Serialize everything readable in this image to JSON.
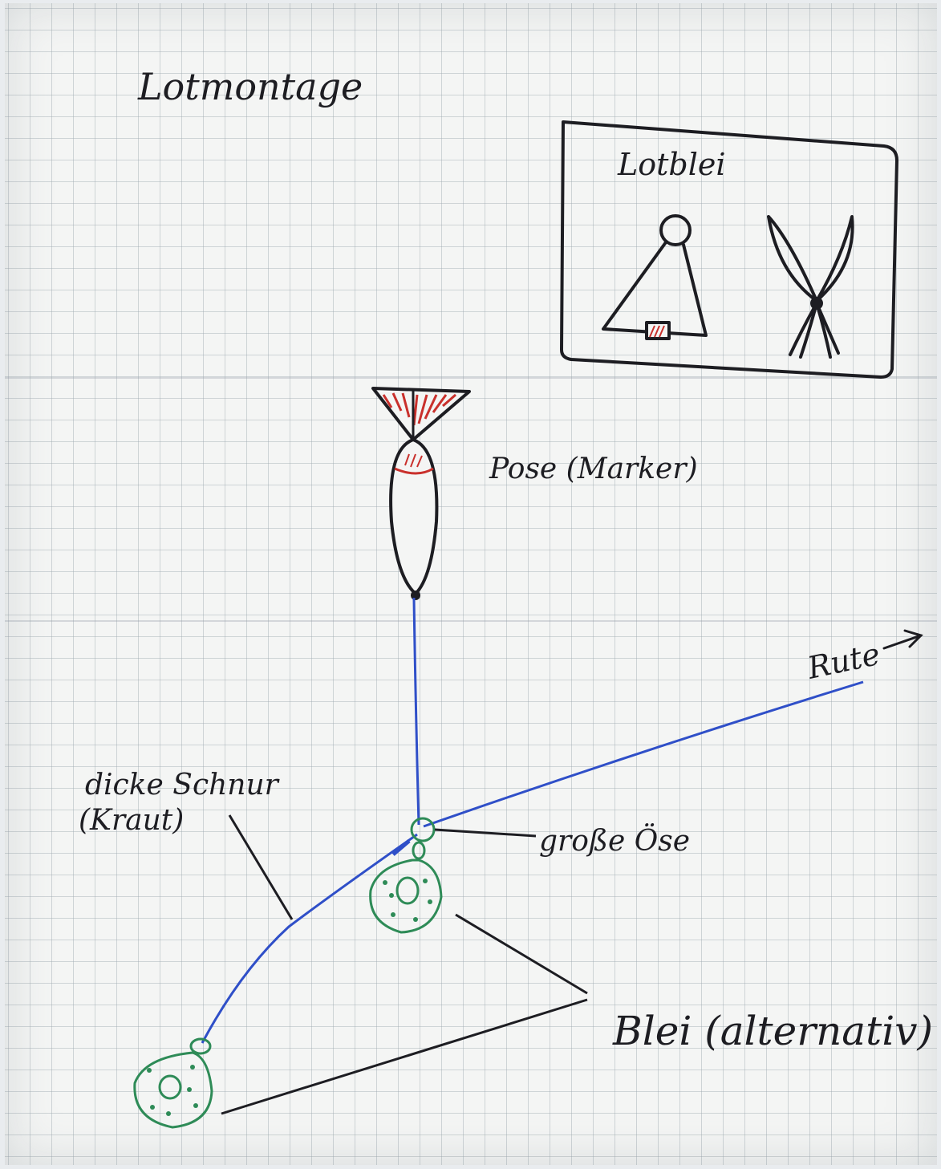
{
  "title": "Lotmontage",
  "inset": {
    "label": "Lotblei"
  },
  "labels": {
    "float": "Pose (Marker)",
    "rod": "Rute",
    "eye": "große Öse",
    "line_l1": "dicke Schnur",
    "line_l2": "(Kraut)",
    "weight": "Blei (alternativ)"
  },
  "colors": {
    "ink": "#1d1d22",
    "line": "#2f4fc8",
    "lead": "#2e8b57",
    "marker": "#c9302c",
    "paper": "#f4f5f4"
  }
}
